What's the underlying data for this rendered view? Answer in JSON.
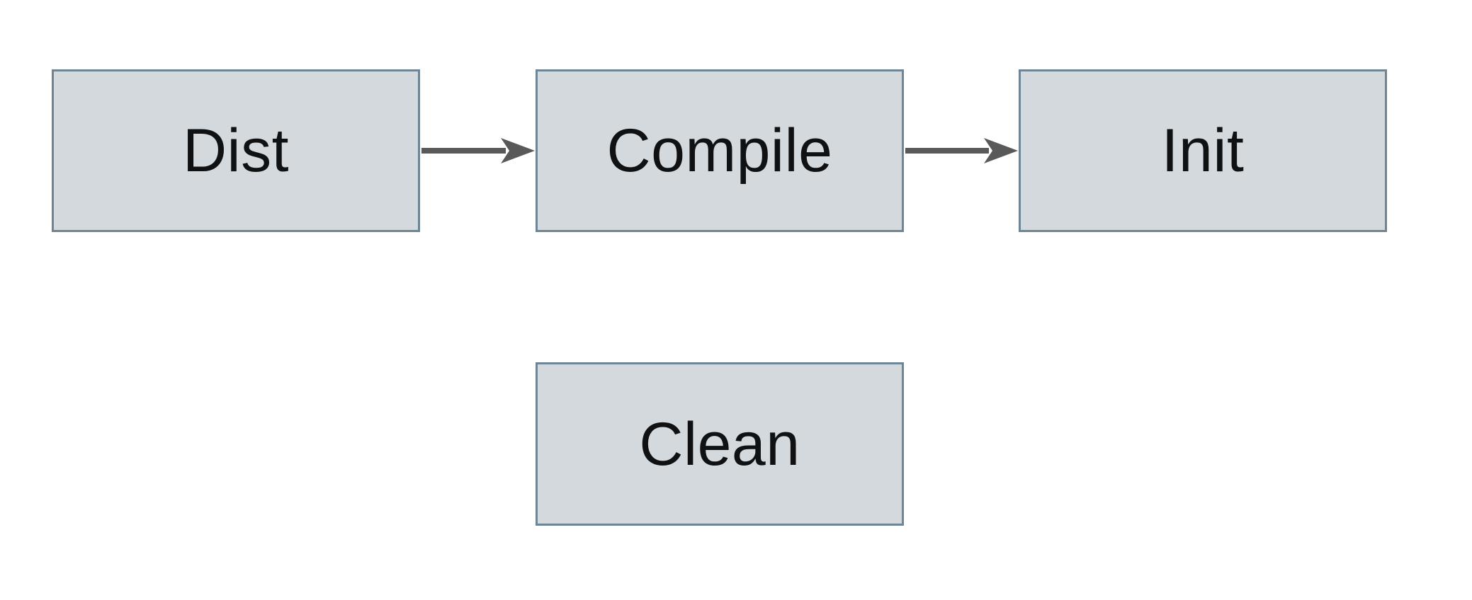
{
  "diagram": {
    "type": "flowchart",
    "nodes": [
      {
        "id": "dist",
        "label": "Dist"
      },
      {
        "id": "compile",
        "label": "Compile"
      },
      {
        "id": "init",
        "label": "Init"
      },
      {
        "id": "clean",
        "label": "Clean"
      }
    ],
    "edges": [
      {
        "from": "dist",
        "to": "compile",
        "style": "arrow-right"
      },
      {
        "from": "compile",
        "to": "init",
        "style": "arrow-right"
      }
    ]
  },
  "colors": {
    "background": "#ffffff",
    "node_fill": "#d3d9dc",
    "node_border": "#6d8594",
    "arrow": "#595959",
    "text": "#0f1112"
  }
}
